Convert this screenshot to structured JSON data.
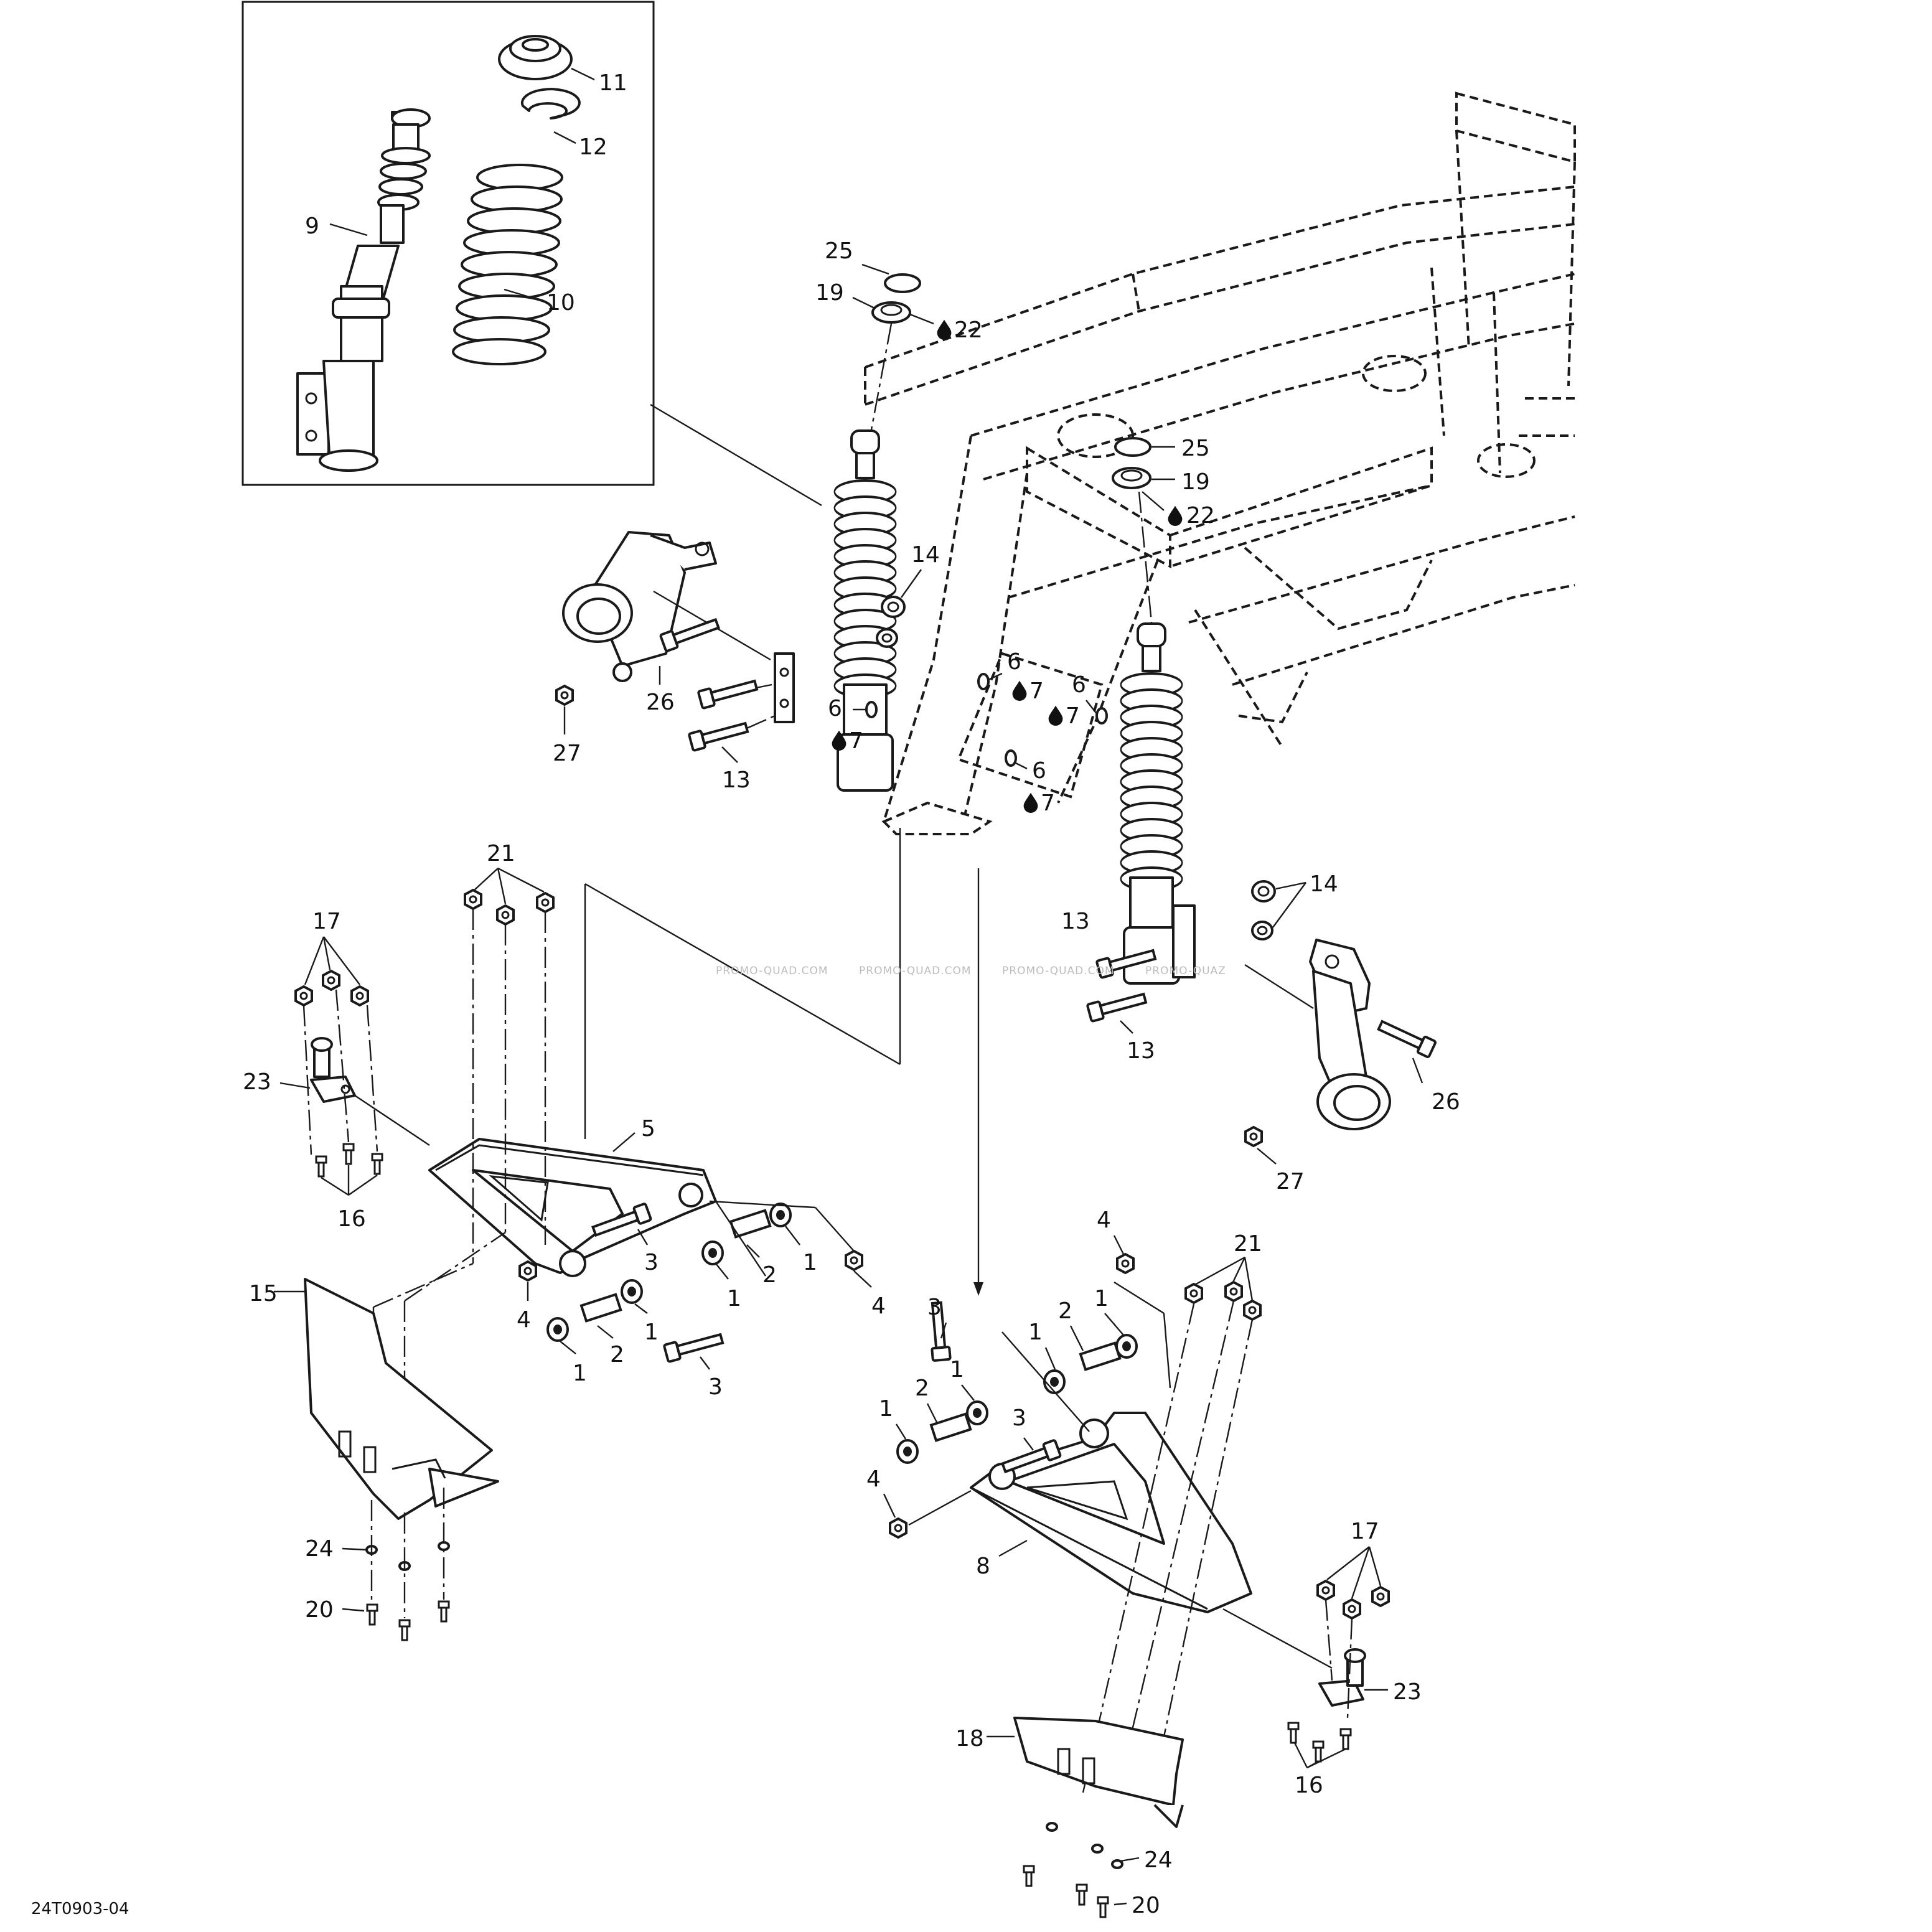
{
  "diagram": {
    "drawing_code": "24T0903-04",
    "watermark": [
      "PROMO-QUAD.COM",
      "PROMO-QUAD.COM",
      "PROMO-QUAD.COM",
      "PROMO-QUAZ"
    ],
    "callouts": {
      "c11": "11",
      "c12": "12",
      "c9": "9",
      "c10": "10",
      "c25a": "25",
      "c19a": "19",
      "c22a": "22",
      "c25b": "25",
      "c19b": "19",
      "c22b": "22",
      "c14a": "14",
      "c26a": "26",
      "c27a": "27",
      "c13a": "13",
      "c6a": "6",
      "c7a": "7",
      "c6b": "6",
      "c7b": "7",
      "c6c": "6",
      "c7c": "7",
      "c6d": "6",
      "c7d": "7",
      "c14b": "14",
      "c13b": "13",
      "c13c": "13",
      "c26b": "26",
      "c27b": "27",
      "c21a": "21",
      "c17a": "17",
      "c23a": "23",
      "c16a": "16",
      "c5": "5",
      "c3a": "3",
      "c4a": "4",
      "c2a": "2",
      "c1a": "1",
      "c1b": "1",
      "c2b": "2",
      "c1c": "1",
      "c1d": "1",
      "c3b": "3",
      "c4b": "4",
      "c15": "15",
      "c24a": "24",
      "c20a": "20",
      "c4c": "4",
      "c21b": "21",
      "c3c": "3",
      "c1e": "1",
      "c2c": "2",
      "c1f": "1",
      "c1g": "1",
      "c2d": "2",
      "c1h": "1",
      "c3d": "3",
      "c4d": "4",
      "c8": "8",
      "c17b": "17",
      "c23b": "23",
      "c16b": "16",
      "c18": "18",
      "c24b": "24",
      "c20b": "20"
    }
  }
}
